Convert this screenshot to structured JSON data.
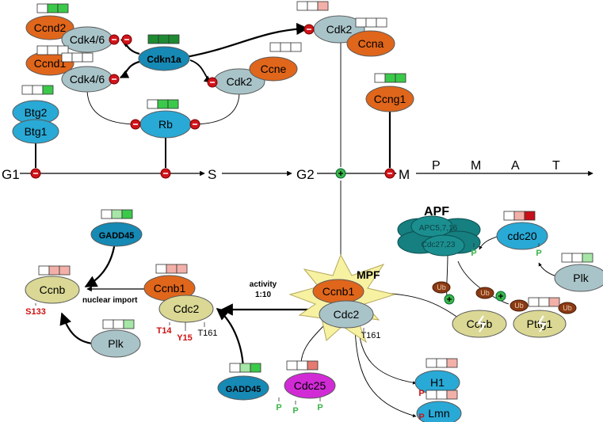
{
  "colors": {
    "orange": "#e0661b",
    "gray_blue": "#a9c4c9",
    "cyan": "#29a9d6",
    "dark_cyan": "#1689b5",
    "olive": "#dad894",
    "magenta": "#d12bd6",
    "teal": "#167f80",
    "brown": "#8a3a14",
    "inhibit_red": "#d0141a",
    "activate_green": "#3bb54a",
    "p_green": "#3bb54a",
    "p_red": "#cc1212",
    "mpf_star": "#f7f1a2"
  },
  "phases": {
    "g1": "G1",
    "s": "S",
    "g2": "G2",
    "m": "M",
    "p": "P",
    "m2": "M",
    "a": "A",
    "t": "T"
  },
  "nodes": {
    "ccnd2": "Ccnd2",
    "ccnd1": "Ccnd1",
    "cdk46_top": "Cdk4/6",
    "cdk46_bottom": "Cdk4/6",
    "cdkn1a": "Cdkn1a",
    "cdk2_top": "Cdk2",
    "ccna": "Ccna",
    "cdk2_mid": "Cdk2",
    "ccne": "Ccne",
    "btg2": "Btg2",
    "btg1": "Btg1",
    "rb": "Rb",
    "ccng1": "Ccng1",
    "gadd45_top": "GADD45",
    "ccnb_left": "Ccnb",
    "plk_left": "Plk",
    "ccnb1_left": "Ccnb1",
    "cdc2_left": "Cdc2",
    "gadd45_bottom": "GADD45",
    "cdc25": "Cdc25",
    "ccnb1_mpf": "Ccnb1",
    "cdc2_mpf": "Cdc2",
    "apc": "APC5,7,16",
    "cdc27": "Cdc27,23",
    "cdc20": "cdc20",
    "plk_right": "Plk",
    "ccnb_right": "Ccnb",
    "pttg1": "Pttg1",
    "h1": "H1",
    "lmn": "Lmn"
  },
  "labels": {
    "apf": "APF",
    "mpf": "MPF",
    "nuclear_import": "nuclear import",
    "activity_line1": "activity",
    "activity_line2": "1:10",
    "s133": "S133",
    "t14": "T14",
    "y15": "Y15",
    "t161_left": "T161",
    "t161_mpf": "T161",
    "p": "P",
    "ub": "Ub"
  }
}
